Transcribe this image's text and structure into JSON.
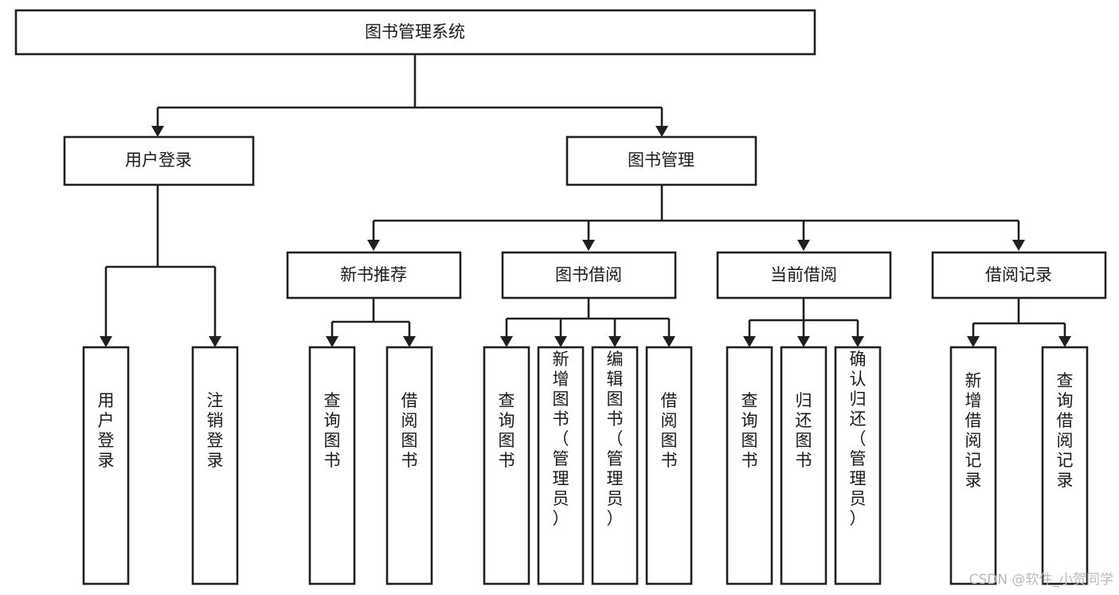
{
  "diagram": {
    "type": "tree-hierarchy-functional-decomposition",
    "root": {
      "id": "root",
      "label": "图书管理系统"
    },
    "level2": [
      {
        "id": "user-login",
        "label": "用户登录"
      },
      {
        "id": "book-management",
        "label": "图书管理"
      }
    ],
    "level3": [
      {
        "id": "new-book-recommend",
        "label": "新书推荐",
        "parent": "book-management"
      },
      {
        "id": "book-borrow",
        "label": "图书借阅",
        "parent": "book-management"
      },
      {
        "id": "current-borrow",
        "label": "当前借阅",
        "parent": "book-management"
      },
      {
        "id": "borrow-record",
        "label": "借阅记录",
        "parent": "book-management"
      }
    ],
    "leaves": {
      "user-login": [
        {
          "id": "leaf-user-login",
          "label": "用户登录"
        },
        {
          "id": "leaf-user-logout",
          "label": "注销登录"
        }
      ],
      "new-book-recommend": [
        {
          "id": "leaf-query-book-1",
          "label": "查询图书"
        },
        {
          "id": "leaf-borrow-book-1",
          "label": "借阅图书"
        }
      ],
      "book-borrow": [
        {
          "id": "leaf-query-book-2",
          "label": "查询图书"
        },
        {
          "id": "leaf-add-book",
          "label": "新增图书（管理员）"
        },
        {
          "id": "leaf-edit-book",
          "label": "编辑图书（管理员）"
        },
        {
          "id": "leaf-borrow-book-2",
          "label": "借阅图书"
        }
      ],
      "current-borrow": [
        {
          "id": "leaf-query-book-3",
          "label": "查询图书"
        },
        {
          "id": "leaf-return-book",
          "label": "归还图书"
        },
        {
          "id": "leaf-confirm-return",
          "label": "确认归还（管理员）"
        }
      ],
      "borrow-record": [
        {
          "id": "leaf-add-record",
          "label": "新增借阅记录"
        },
        {
          "id": "leaf-query-record",
          "label": "查询借阅记录"
        }
      ]
    }
  },
  "watermark": {
    "text": "CSDN @软件_小贺同学"
  },
  "colors": {
    "stroke": "#1f1f1f",
    "fill": "#ffffff",
    "text": "#1a1a1a",
    "watermark": "#b9b9b9",
    "background": "#ffffff"
  }
}
